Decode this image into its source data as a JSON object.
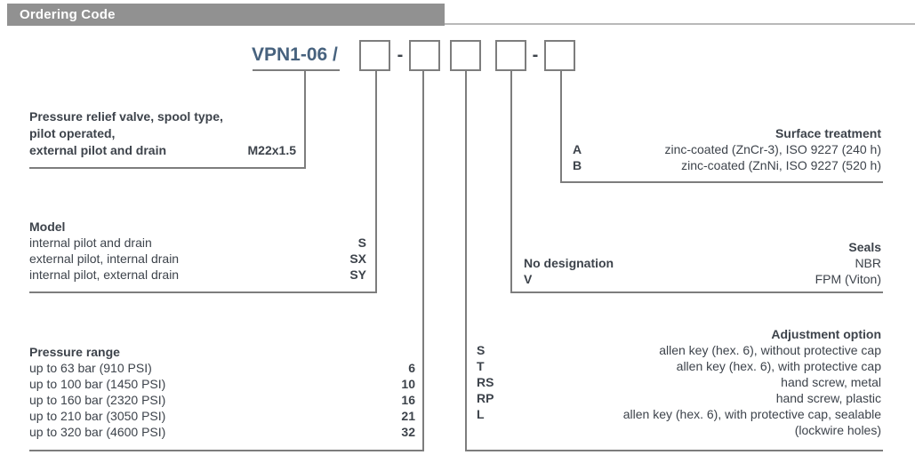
{
  "header": {
    "title": "Ordering Code"
  },
  "code_line": {
    "prefix": "VPN1-06 /",
    "box_count": 5,
    "dash": "-"
  },
  "description": {
    "line1": "Pressure relief valve, spool type,",
    "line2": "pilot operated,",
    "line3_label": "external pilot and drain",
    "line3_value": "M22x1.5"
  },
  "model": {
    "title": "Model",
    "rows": [
      {
        "label": "internal pilot and drain",
        "code": "S"
      },
      {
        "label": "external pilot, internal drain",
        "code": "SX"
      },
      {
        "label": "internal pilot, external drain",
        "code": "SY"
      }
    ]
  },
  "pressure_range": {
    "title": "Pressure range",
    "rows": [
      {
        "label": "up to 63 bar (910 PSI)",
        "code": "6"
      },
      {
        "label": "up to 100 bar (1450 PSI)",
        "code": "10"
      },
      {
        "label": "up to 160 bar (2320 PSI)",
        "code": "16"
      },
      {
        "label": "up to 210 bar (3050 PSI)",
        "code": "21"
      },
      {
        "label": "up to 320 bar (4600 PSI)",
        "code": "32"
      }
    ]
  },
  "surface_treatment": {
    "title": "Surface treatment",
    "rows": [
      {
        "code": "A",
        "label": "zinc-coated (ZnCr-3), ISO 9227 (240 h)"
      },
      {
        "code": "B",
        "label": "zinc-coated (ZnNi, ISO 9227 (520 h)"
      }
    ]
  },
  "seals": {
    "title": "Seals",
    "rows": [
      {
        "code": "No designation",
        "label": "NBR"
      },
      {
        "code": "V",
        "label": "FPM (Viton)"
      }
    ]
  },
  "adjustment_option": {
    "title": "Adjustment option",
    "rows": [
      {
        "code": "S",
        "label": "allen key (hex. 6), without protective cap"
      },
      {
        "code": "T",
        "label": "allen key (hex. 6), with protective cap"
      },
      {
        "code": "RS",
        "label": "hand screw, metal"
      },
      {
        "code": "RP",
        "label": "hand screw, plastic"
      },
      {
        "code": "L",
        "label": "allen key (hex. 6), with protective cap, sealable"
      },
      {
        "code": "",
        "label": "(lockwire holes)"
      }
    ]
  },
  "colors": {
    "header_bar": "#919191",
    "header_text": "#ffffff",
    "body_text": "#3d434b",
    "model_prefix_text": "#47627e",
    "connector_line": "#7d7d7d"
  }
}
